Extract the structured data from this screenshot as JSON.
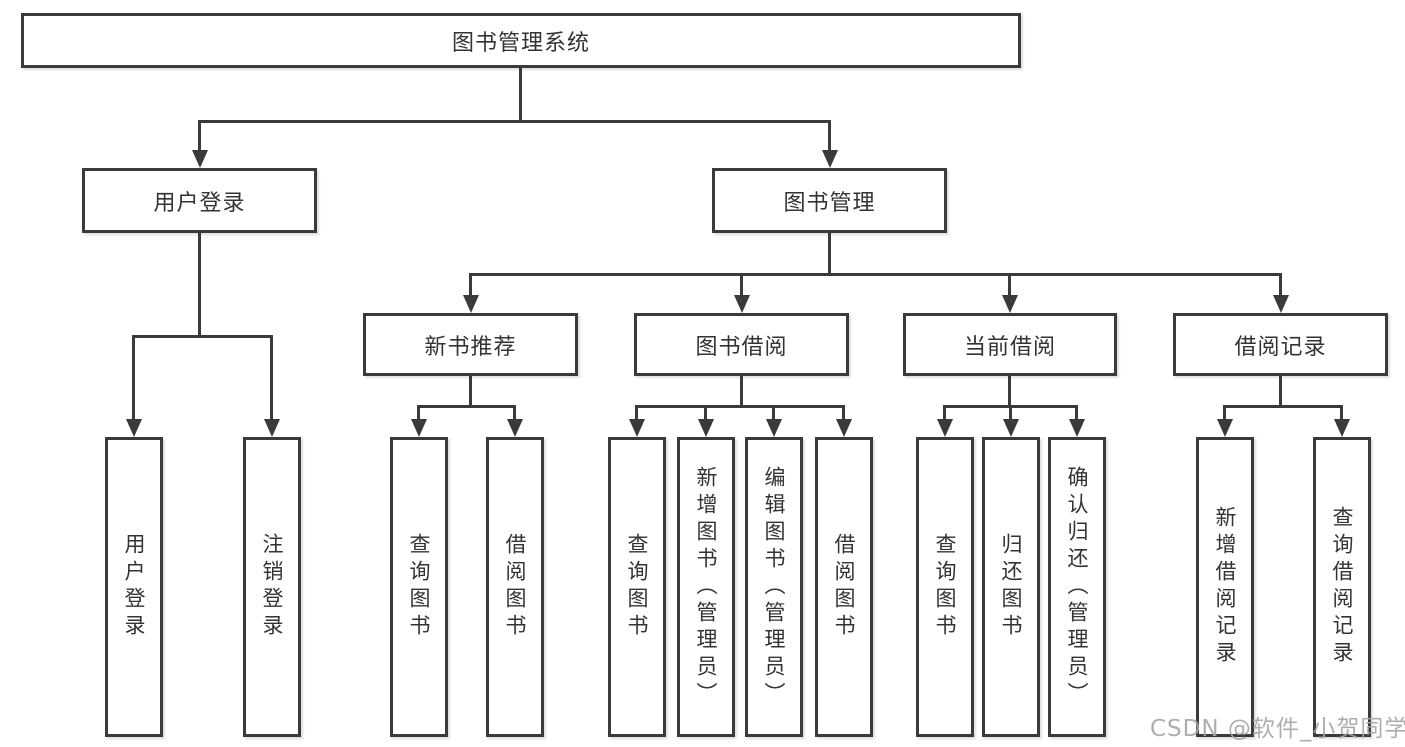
{
  "colors": {
    "line": "#3a3a3a",
    "text": "#333333",
    "watermark": "#a6a6a6"
  },
  "diagram": {
    "root": {
      "label": "图书管理系统"
    },
    "branches": [
      {
        "label": "用户登录",
        "children": [
          {
            "label": "用户登录"
          },
          {
            "label": "注销登录"
          }
        ]
      },
      {
        "label": "图书管理",
        "children": [
          {
            "label": "新书推荐",
            "children": [
              {
                "label": "查询图书"
              },
              {
                "label": "借阅图书"
              }
            ]
          },
          {
            "label": "图书借阅",
            "children": [
              {
                "label": "查询图书"
              },
              {
                "label": "新增图书（管理员）"
              },
              {
                "label": "编辑图书（管理员）"
              },
              {
                "label": "借阅图书"
              }
            ]
          },
          {
            "label": "当前借阅",
            "children": [
              {
                "label": "查询图书"
              },
              {
                "label": "归还图书"
              },
              {
                "label": "确认归还（管理员）"
              }
            ]
          },
          {
            "label": "借阅记录",
            "children": [
              {
                "label": "新增借阅记录"
              },
              {
                "label": "查询借阅记录"
              }
            ]
          }
        ]
      }
    ]
  },
  "watermark": {
    "text": "CSDN @软件_小贺同学"
  }
}
